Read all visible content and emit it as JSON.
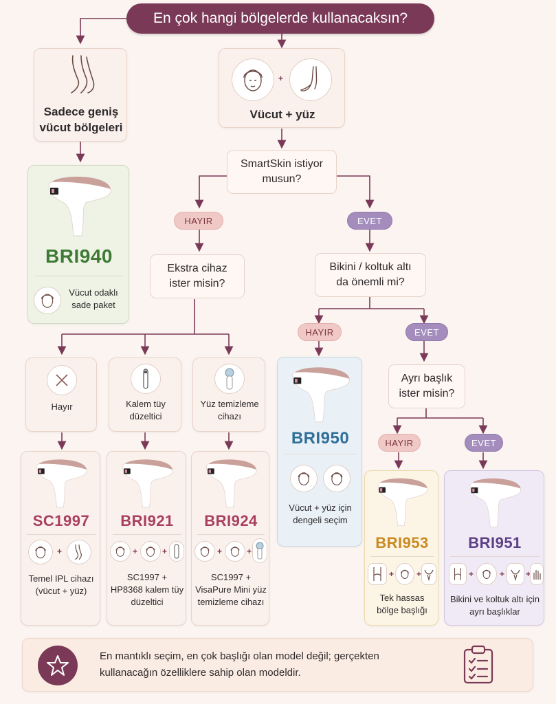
{
  "title": "En çok hangi bölgelerde kullanacaksın?",
  "branch_left": {
    "label": "Sadece geniş vücut bölgeleri"
  },
  "branch_right": {
    "label": "Vücut + yüz"
  },
  "bri940": {
    "model": "BRI940",
    "desc": "Vücut odaklı sade paket"
  },
  "q_smartskin": "SmartSkin istiyor musun?",
  "q_extra": "Ekstra cihaz ister misin?",
  "q_bikini": "Bikini / koltuk altı da önemli mi?",
  "q_head": "Ayrı başlık ister misin?",
  "answers": {
    "no": "HAYIR",
    "yes": "EVET"
  },
  "options": {
    "hayir": "Hayır",
    "kalem": "Kalem tüy düzeltici",
    "yuz": "Yüz temizleme cihazı"
  },
  "models": {
    "sc1997": {
      "model": "SC1997",
      "desc": "Temel IPL cihazı (vücut + yüz)",
      "color": "#a8405d"
    },
    "bri921": {
      "model": "BRI921",
      "desc": "SC1997 + HP8368 kalem tüy düzeltici",
      "color": "#a8405d"
    },
    "bri924": {
      "model": "BRI924",
      "desc": "SC1997 + VisaPure Mini yüz temizleme cihazı",
      "color": "#a8405d"
    },
    "bri950": {
      "model": "BRI950",
      "desc": "Vücut + yüz için dengeli seçim",
      "color": "#2f6f9a"
    },
    "bri953": {
      "model": "BRI953",
      "desc": "Tek hassas bölge başlığı",
      "color": "#c98a23"
    },
    "bri951": {
      "model": "BRI951",
      "desc": "Bikini ve koltuk altı için ayrı başlıklar",
      "color": "#5d3f86"
    }
  },
  "footer": "En mantıklı seçim, en çok başlığı olan model değil; gerçekten kullanacağın özelliklere sahip olan modeldir.",
  "icons": [
    "legs-icon",
    "face-icon",
    "foot-icon",
    "x-icon",
    "trimmer-pen-icon",
    "face-brush-icon",
    "armpit-icon",
    "bikini-icon",
    "hand-icon",
    "star-icon",
    "clipboard-icon"
  ]
}
